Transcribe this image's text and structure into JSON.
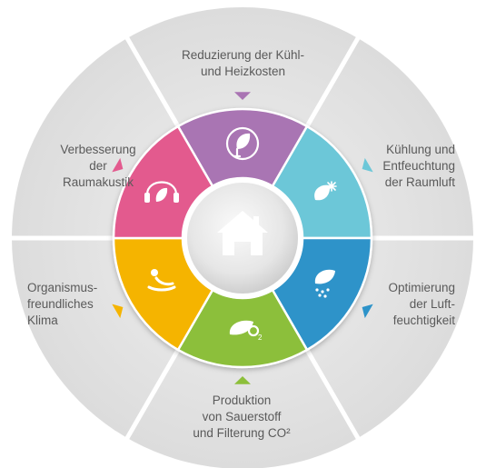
{
  "center": {
    "icon": "house-icon"
  },
  "segments": [
    {
      "id": "kosten",
      "icon": "leaf-plug-icon",
      "color": "#a974b3",
      "label": [
        "Reduzierung der Kühl-",
        "und Heizkosten"
      ]
    },
    {
      "id": "kuehlung",
      "icon": "snowflake-leaf-icon",
      "color": "#6cc7d8",
      "label": [
        "Kühlung und",
        "Entfeuchtung",
        "der Raumluft"
      ]
    },
    {
      "id": "feuchte",
      "icon": "leaf-droplets-icon",
      "color": "#2d93c9",
      "label": [
        "Optimierung",
        "der Luft-",
        "feuchtigkeit"
      ]
    },
    {
      "id": "sauerstoff",
      "icon": "leaf-o2-icon",
      "color": "#8cbf3a",
      "label": [
        "Produktion",
        "von Sauerstoff",
        "und Filterung CO²"
      ]
    },
    {
      "id": "klima",
      "icon": "reclining-person-icon",
      "color": "#f5b400",
      "label": [
        "Organismus-",
        "freundliches",
        "Klima"
      ]
    },
    {
      "id": "akustik",
      "icon": "headphones-leaf-icon",
      "color": "#e35a8e",
      "label": [
        "Verbesserung",
        "der",
        "Raumakustik"
      ]
    }
  ]
}
